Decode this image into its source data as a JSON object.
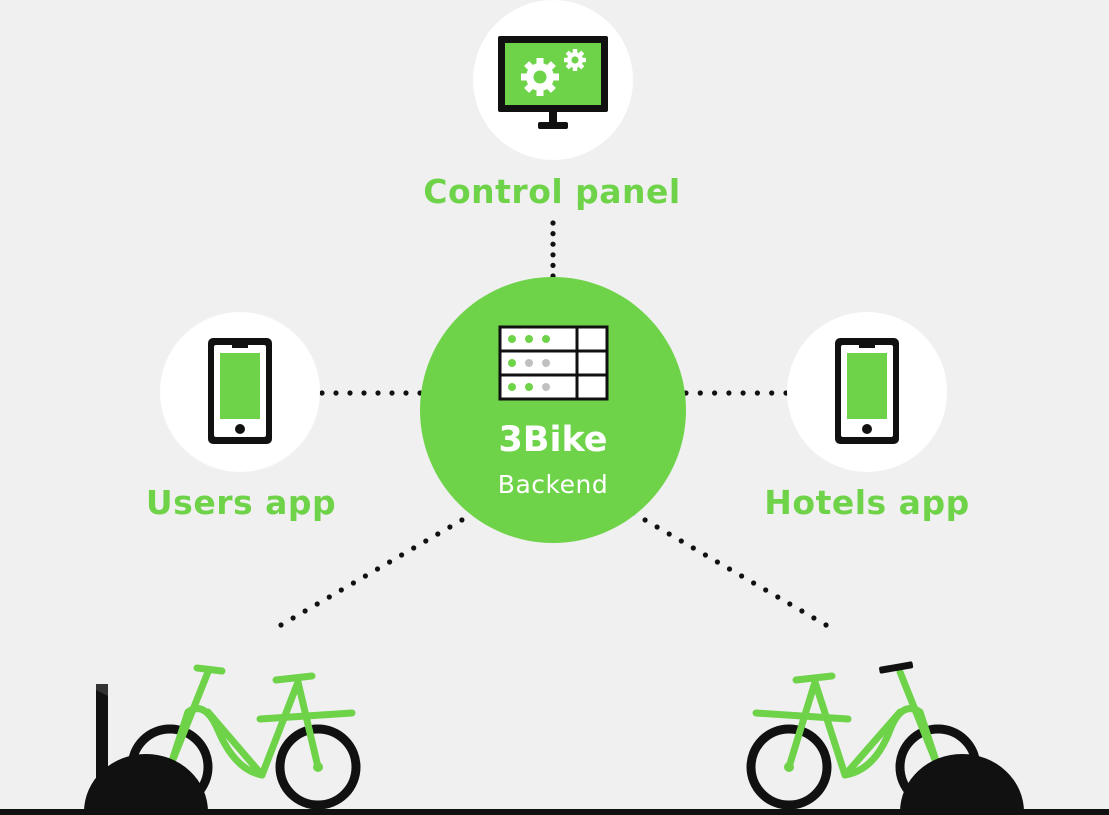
{
  "colors": {
    "accent": "#6fd34a",
    "background": "#f0f0f0",
    "node_fill": "#ffffff",
    "ink": "#000000",
    "led_off": "#c0c0c0"
  },
  "hub": {
    "title": "3Bike",
    "subtitle": "Backend",
    "icon": "server-rack-icon"
  },
  "nodes": {
    "control_panel": {
      "label": "Control panel",
      "icon": "monitor-gears-icon"
    },
    "users_app": {
      "label": "Users app",
      "icon": "smartphone-icon"
    },
    "hotels_app": {
      "label": "Hotels app",
      "icon": "smartphone-icon"
    }
  },
  "bikes": [
    {
      "name": "bike-left",
      "icon": "bicycle-icon"
    },
    {
      "name": "bike-right",
      "icon": "bicycle-icon"
    }
  ]
}
